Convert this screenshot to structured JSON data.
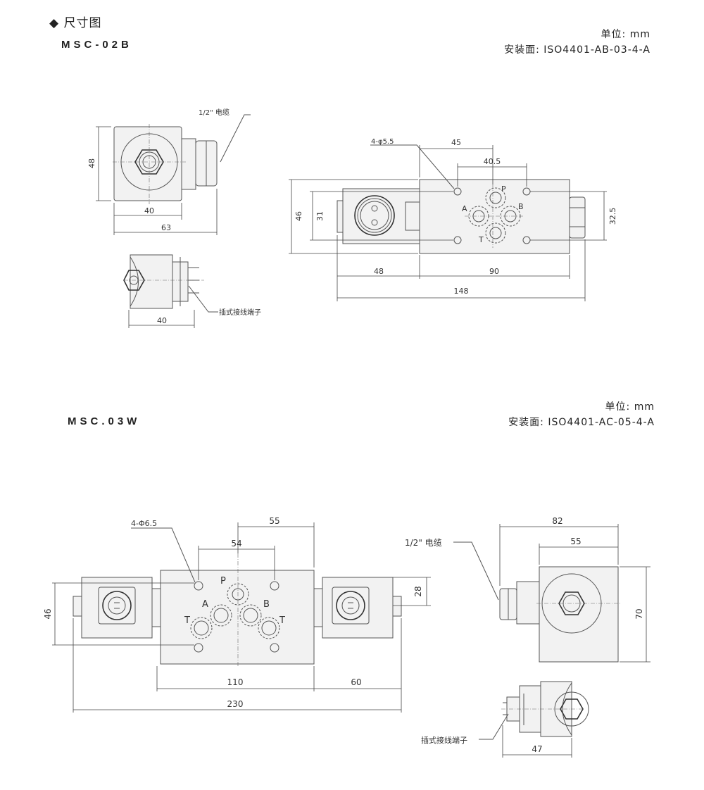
{
  "header": {
    "title_icon": "diamond-icon",
    "title": "尺寸图"
  },
  "models": [
    {
      "name": "MSC-02B",
      "unit": "单位: mm",
      "mount": "安装面: ISO4401-AB-03-4-A"
    },
    {
      "name": "MSC.03W",
      "unit": "单位: mm",
      "mount": "安装面: ISO4401-AC-05-4-A"
    }
  ],
  "msc02b": {
    "cable_label": "1/2\" 电缆",
    "terminal_label": "插式接线端子",
    "holes_label": "4-φ5.5",
    "ports": {
      "p": "P",
      "a": "A",
      "b": "B",
      "t": "T"
    },
    "dims": {
      "side_h": "48",
      "side_w1": "40",
      "side_w2": "63",
      "term_w": "40",
      "top45": "45",
      "top405": "40.5",
      "left46": "46",
      "left31": "31",
      "right325": "32.5",
      "bot48": "48",
      "bot90": "90",
      "bot148": "148"
    }
  },
  "msc03w": {
    "cable_label": "1/2\" 电缆",
    "terminal_label": "插式接线端子",
    "holes_label": "4-Φ6.5",
    "ports": {
      "p": "P",
      "a": "A",
      "b": "B",
      "t1": "T",
      "t2": "T"
    },
    "dims": {
      "top55": "55",
      "top54": "54",
      "left46": "46",
      "right28": "28",
      "bot110": "110",
      "bot60": "60",
      "bot230": "230",
      "side82": "82",
      "side55": "55",
      "side70": "70",
      "term47": "47"
    }
  }
}
